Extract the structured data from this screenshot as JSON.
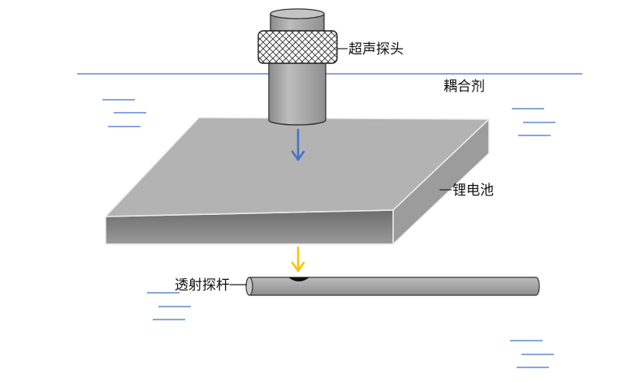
{
  "labels": {
    "probe": "超声探头",
    "couplant": "耦合剂",
    "battery": "锂电池",
    "rod": "透射探杆"
  },
  "colors": {
    "couplant_line": "#4472c4",
    "down_arrow_blue": "#4472c4",
    "down_arrow_yellow": "#ffc000",
    "battery_top": "#b3b3b3",
    "battery_front": "#878787",
    "battery_side": "#a0a0a0",
    "probe_body": "#a6a6a6",
    "rod_body": "#a6a6a6"
  }
}
